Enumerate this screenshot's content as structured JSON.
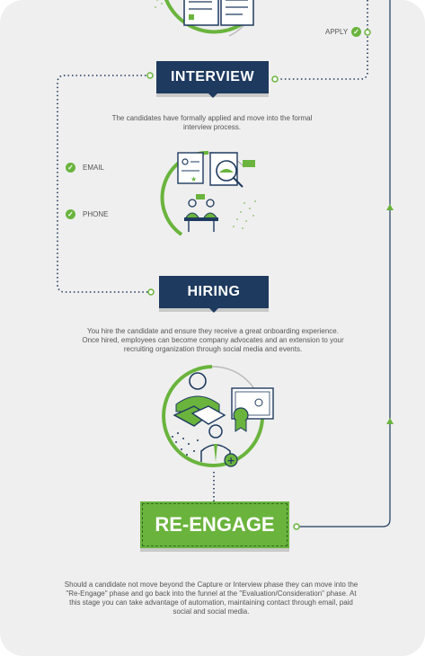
{
  "stages": {
    "interview": {
      "label": "INTERVIEW",
      "description": "The candidates have formally applied and move into the formal interview process.",
      "checklist": [
        "EMAIL",
        "PHONE"
      ]
    },
    "hiring": {
      "label": "HIRING",
      "description": "You hire the candidate and ensure they receive a great onboarding experience. Once hired, employees can become company advocates and an extension to your recruiting organization through social media and events."
    },
    "reengage": {
      "label": "RE-ENGAGE",
      "description": "Should a candidate not move beyond the Capture or Interview phase they can move into the \"Re-Engage\" phase and go back into the funnel at the \"Evaluation/Consideration\" phase. At this stage you can take advantage of automation, maintaining contact through email, paid social and social media."
    }
  },
  "top_checklist": [
    "APPLY"
  ],
  "colors": {
    "navy": "#1e3a5f",
    "green": "#6ab43d",
    "background": "#efefef",
    "text": "#555555"
  },
  "icons": [
    "document-icon",
    "interview-icon",
    "handshake-icon",
    "certificate-icon",
    "employee-icon"
  ]
}
